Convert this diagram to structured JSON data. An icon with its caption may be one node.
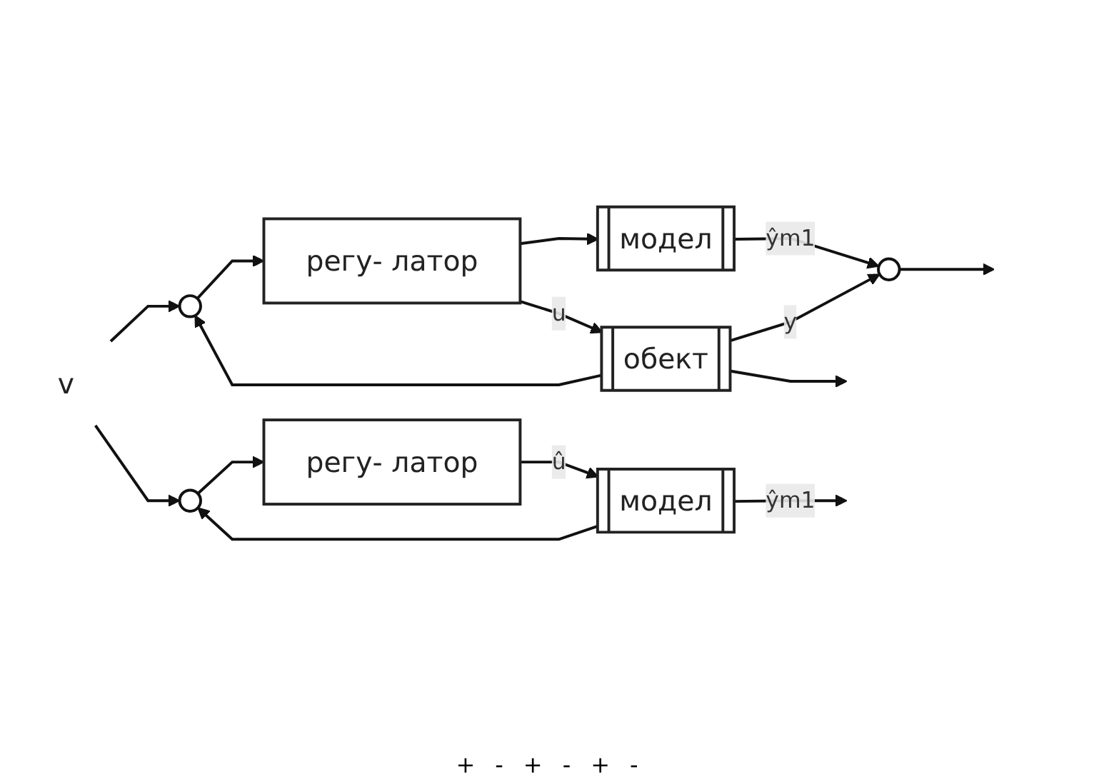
{
  "diagram": {
    "nodes": [
      {
        "text": [
          "v"
        ]
      },
      {
        "text": [],
        "shape": "circle"
      },
      {
        "text": [
          "регу- латор"
        ]
      },
      {
        "text": [
          "модел"
        ]
      },
      {
        "text": [
          "обект"
        ]
      },
      {
        "text": [],
        "shape": "circle"
      },
      {
        "text": [],
        "shape": "circle"
      },
      {
        "text": [
          "регу- латор"
        ]
      },
      {
        "text": [
          "модел"
        ]
      }
    ],
    "edges": [
      {
        "from": 0,
        "to": 1,
        "arrow": "to"
      },
      {
        "from": 1,
        "to": 2,
        "arrow": "to"
      },
      {
        "from": 2,
        "to": 3,
        "arrow": "to"
      },
      {
        "from": 2,
        "to": 4,
        "label": "u",
        "arrow": "to"
      },
      {
        "from": 3,
        "to": 5,
        "label": "ŷm1",
        "arrow": "to"
      },
      {
        "from": 5,
        "to": null,
        "arrow": "to"
      },
      {
        "from": 4,
        "to": 5,
        "label": "y",
        "arrow": "to"
      },
      {
        "from": 4,
        "to": null,
        "arrow": "to"
      },
      {
        "from": 4,
        "to": 1,
        "arrow": "to"
      },
      {
        "from": 0,
        "to": 6,
        "arrow": "to"
      },
      {
        "from": 6,
        "to": 7,
        "arrow": "to"
      },
      {
        "from": 7,
        "to": 8,
        "label": "û",
        "arrow": "to"
      },
      {
        "from": 8,
        "to": null,
        "label": "ŷm1",
        "arrow": "to"
      },
      {
        "from": 8,
        "to": 6,
        "arrow": "to"
      }
    ],
    "labels": [
      "+",
      "-",
      "+",
      "-",
      "+",
      "-"
    ]
  }
}
